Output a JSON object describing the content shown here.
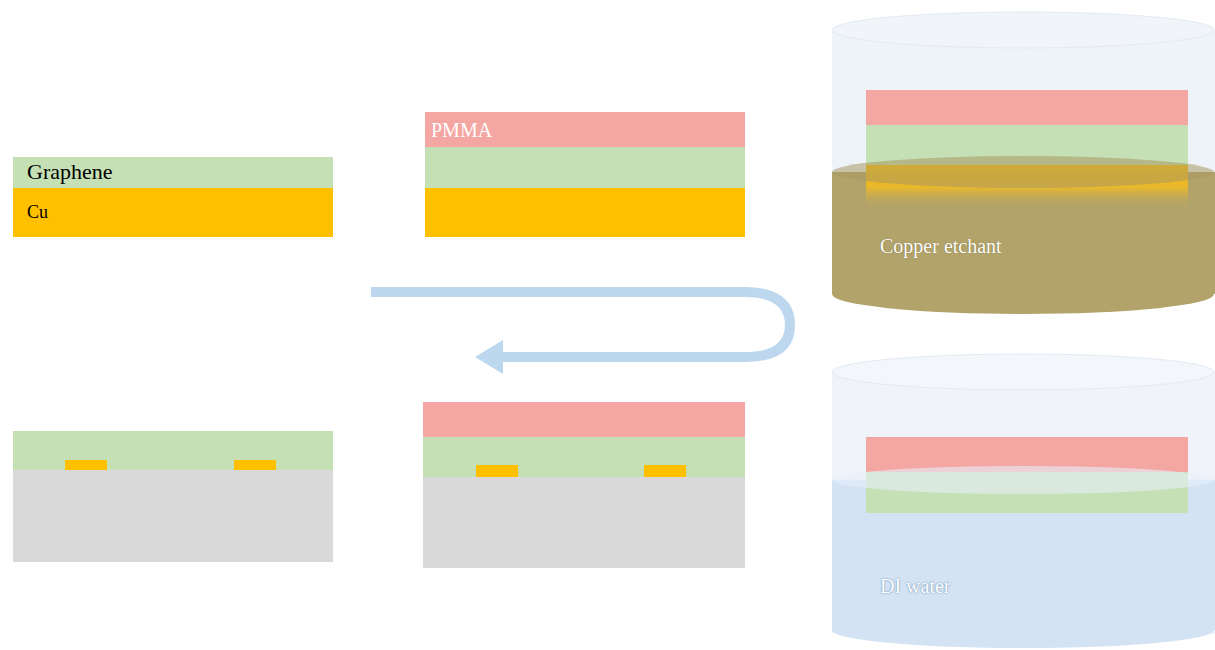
{
  "diagram": {
    "nodes": [
      {
        "text": [
          "Graphene"
        ]
      },
      {
        "text": [
          "Cu"
        ]
      },
      {
        "text": [
          "PMMA"
        ]
      },
      {
        "text": [
          "Copper etchant"
        ]
      },
      {
        "text": [
          "DI water"
        ]
      }
    ]
  }
}
